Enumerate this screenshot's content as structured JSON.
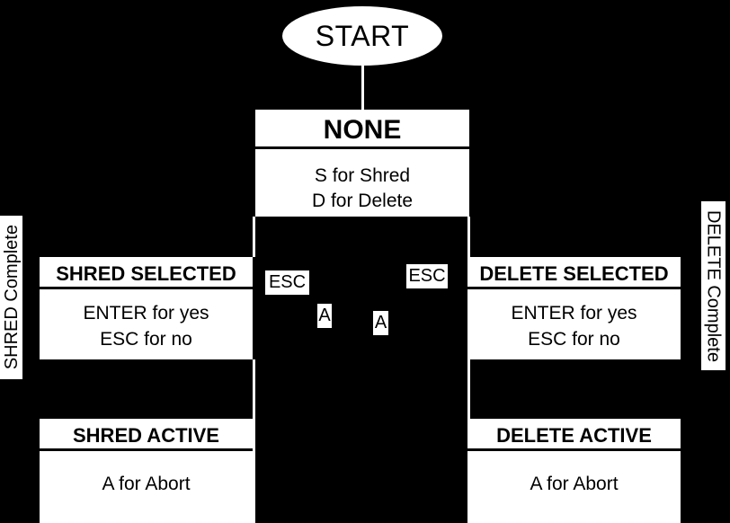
{
  "diagram": {
    "title": "Shred/Delete state machine",
    "background": "#000000",
    "node_fill": "#ffffff",
    "node_text": "#000000"
  },
  "start": {
    "label": "START"
  },
  "states": [
    {
      "id": "none",
      "title": "NONE",
      "lines": [
        "S for Shred",
        "D for Delete"
      ]
    },
    {
      "id": "shred-selected",
      "title": "SHRED SELECTED",
      "lines": [
        "ENTER for yes",
        "ESC for no"
      ]
    },
    {
      "id": "delete-selected",
      "title": "DELETE SELECTED",
      "lines": [
        "ENTER for yes",
        "ESC for no"
      ]
    },
    {
      "id": "shred-active",
      "title": "SHRED ACTIVE",
      "lines": [
        "A for Abort"
      ]
    },
    {
      "id": "delete-active",
      "title": "DELETE ACTIVE",
      "lines": [
        "A for Abort"
      ]
    }
  ],
  "edge_labels": {
    "esc_left": "ESC",
    "esc_right": "ESC",
    "a_left": "A",
    "a_right": "A"
  },
  "side_labels": {
    "shred_complete": "SHRED Complete",
    "delete_complete": "DELETE Complete"
  }
}
